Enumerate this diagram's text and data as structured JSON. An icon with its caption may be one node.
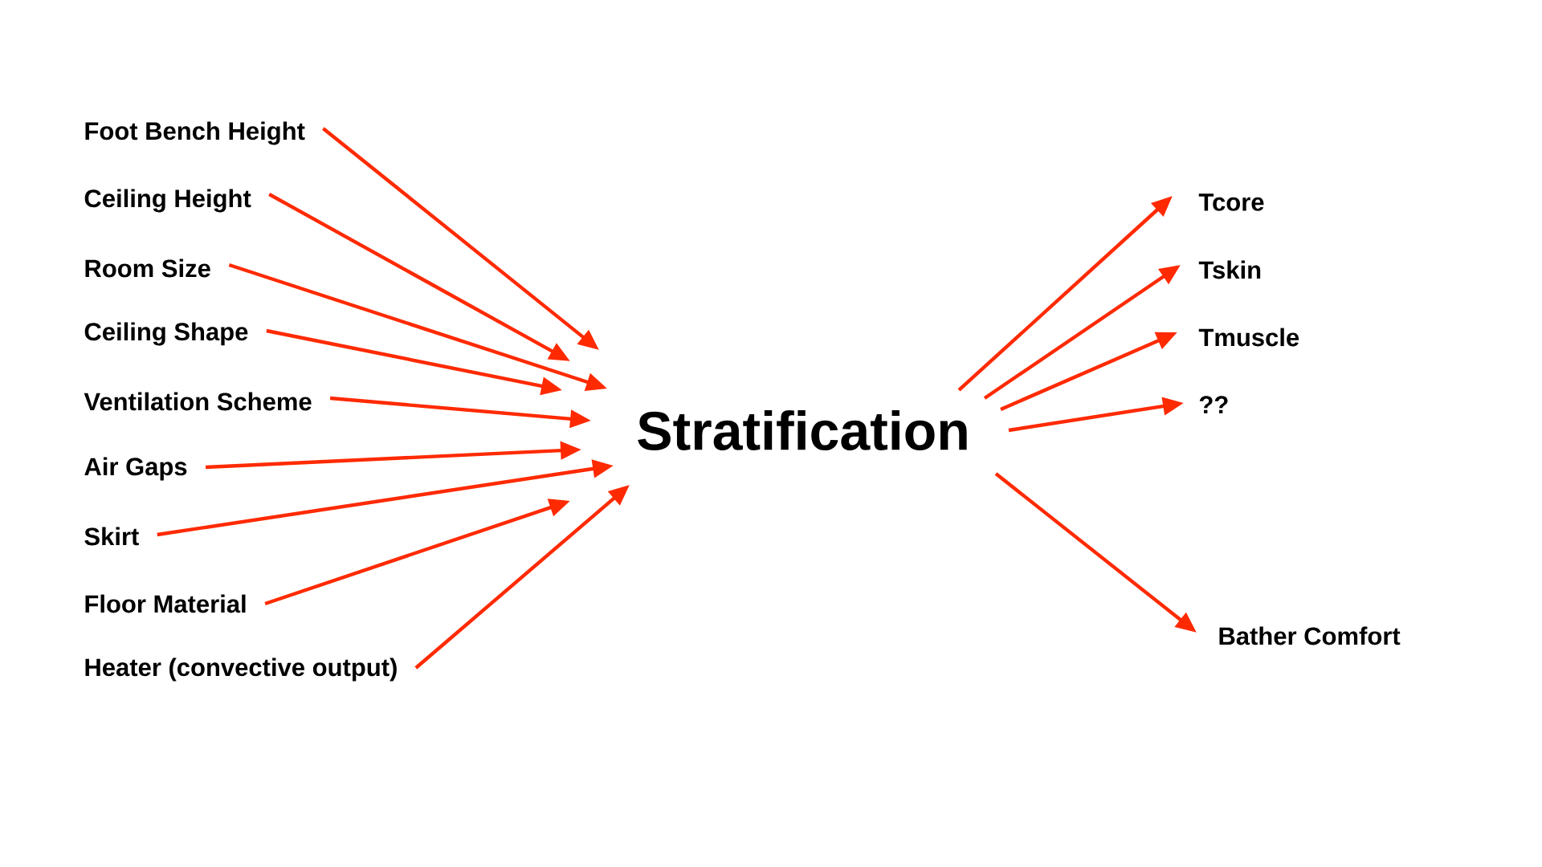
{
  "diagram": {
    "nodes": [
      {
        "text": [
          "Stratification"
        ]
      },
      {
        "text": [
          "Foot Bench Height"
        ]
      },
      {
        "text": [
          "Ceiling Height"
        ]
      },
      {
        "text": [
          "Room Size"
        ]
      },
      {
        "text": [
          "Ceiling Shape"
        ]
      },
      {
        "text": [
          "Ventilation Scheme"
        ]
      },
      {
        "text": [
          "Air Gaps"
        ]
      },
      {
        "text": [
          "Skirt"
        ]
      },
      {
        "text": [
          "Floor Material"
        ]
      },
      {
        "text": [
          "Heater (convective output)"
        ]
      },
      {
        "text": [
          "Tcore"
        ]
      },
      {
        "text": [
          "Tskin"
        ]
      },
      {
        "text": [
          "Tmuscle"
        ]
      },
      {
        "text": [
          "??"
        ]
      },
      {
        "text": [
          "Bather Comfort"
        ]
      }
    ],
    "edges": [
      {
        "from": 1,
        "to": 0,
        "arrow": "to"
      },
      {
        "from": 2,
        "to": 0,
        "arrow": "to"
      },
      {
        "from": 3,
        "to": 0,
        "arrow": "to"
      },
      {
        "from": 4,
        "to": 0,
        "arrow": "to"
      },
      {
        "from": 5,
        "to": 0,
        "arrow": "to"
      },
      {
        "from": 6,
        "to": 0,
        "arrow": "to"
      },
      {
        "from": 7,
        "to": 0,
        "arrow": "to"
      },
      {
        "from": 8,
        "to": 0,
        "arrow": "to"
      },
      {
        "from": 9,
        "to": 0,
        "arrow": "to"
      },
      {
        "from": 0,
        "to": 10,
        "arrow": "to"
      },
      {
        "from": 0,
        "to": 11,
        "arrow": "to"
      },
      {
        "from": 0,
        "to": 12,
        "arrow": "to"
      },
      {
        "from": 0,
        "to": 13,
        "arrow": "to"
      },
      {
        "from": 0,
        "to": 14,
        "arrow": "to"
      }
    ]
  }
}
